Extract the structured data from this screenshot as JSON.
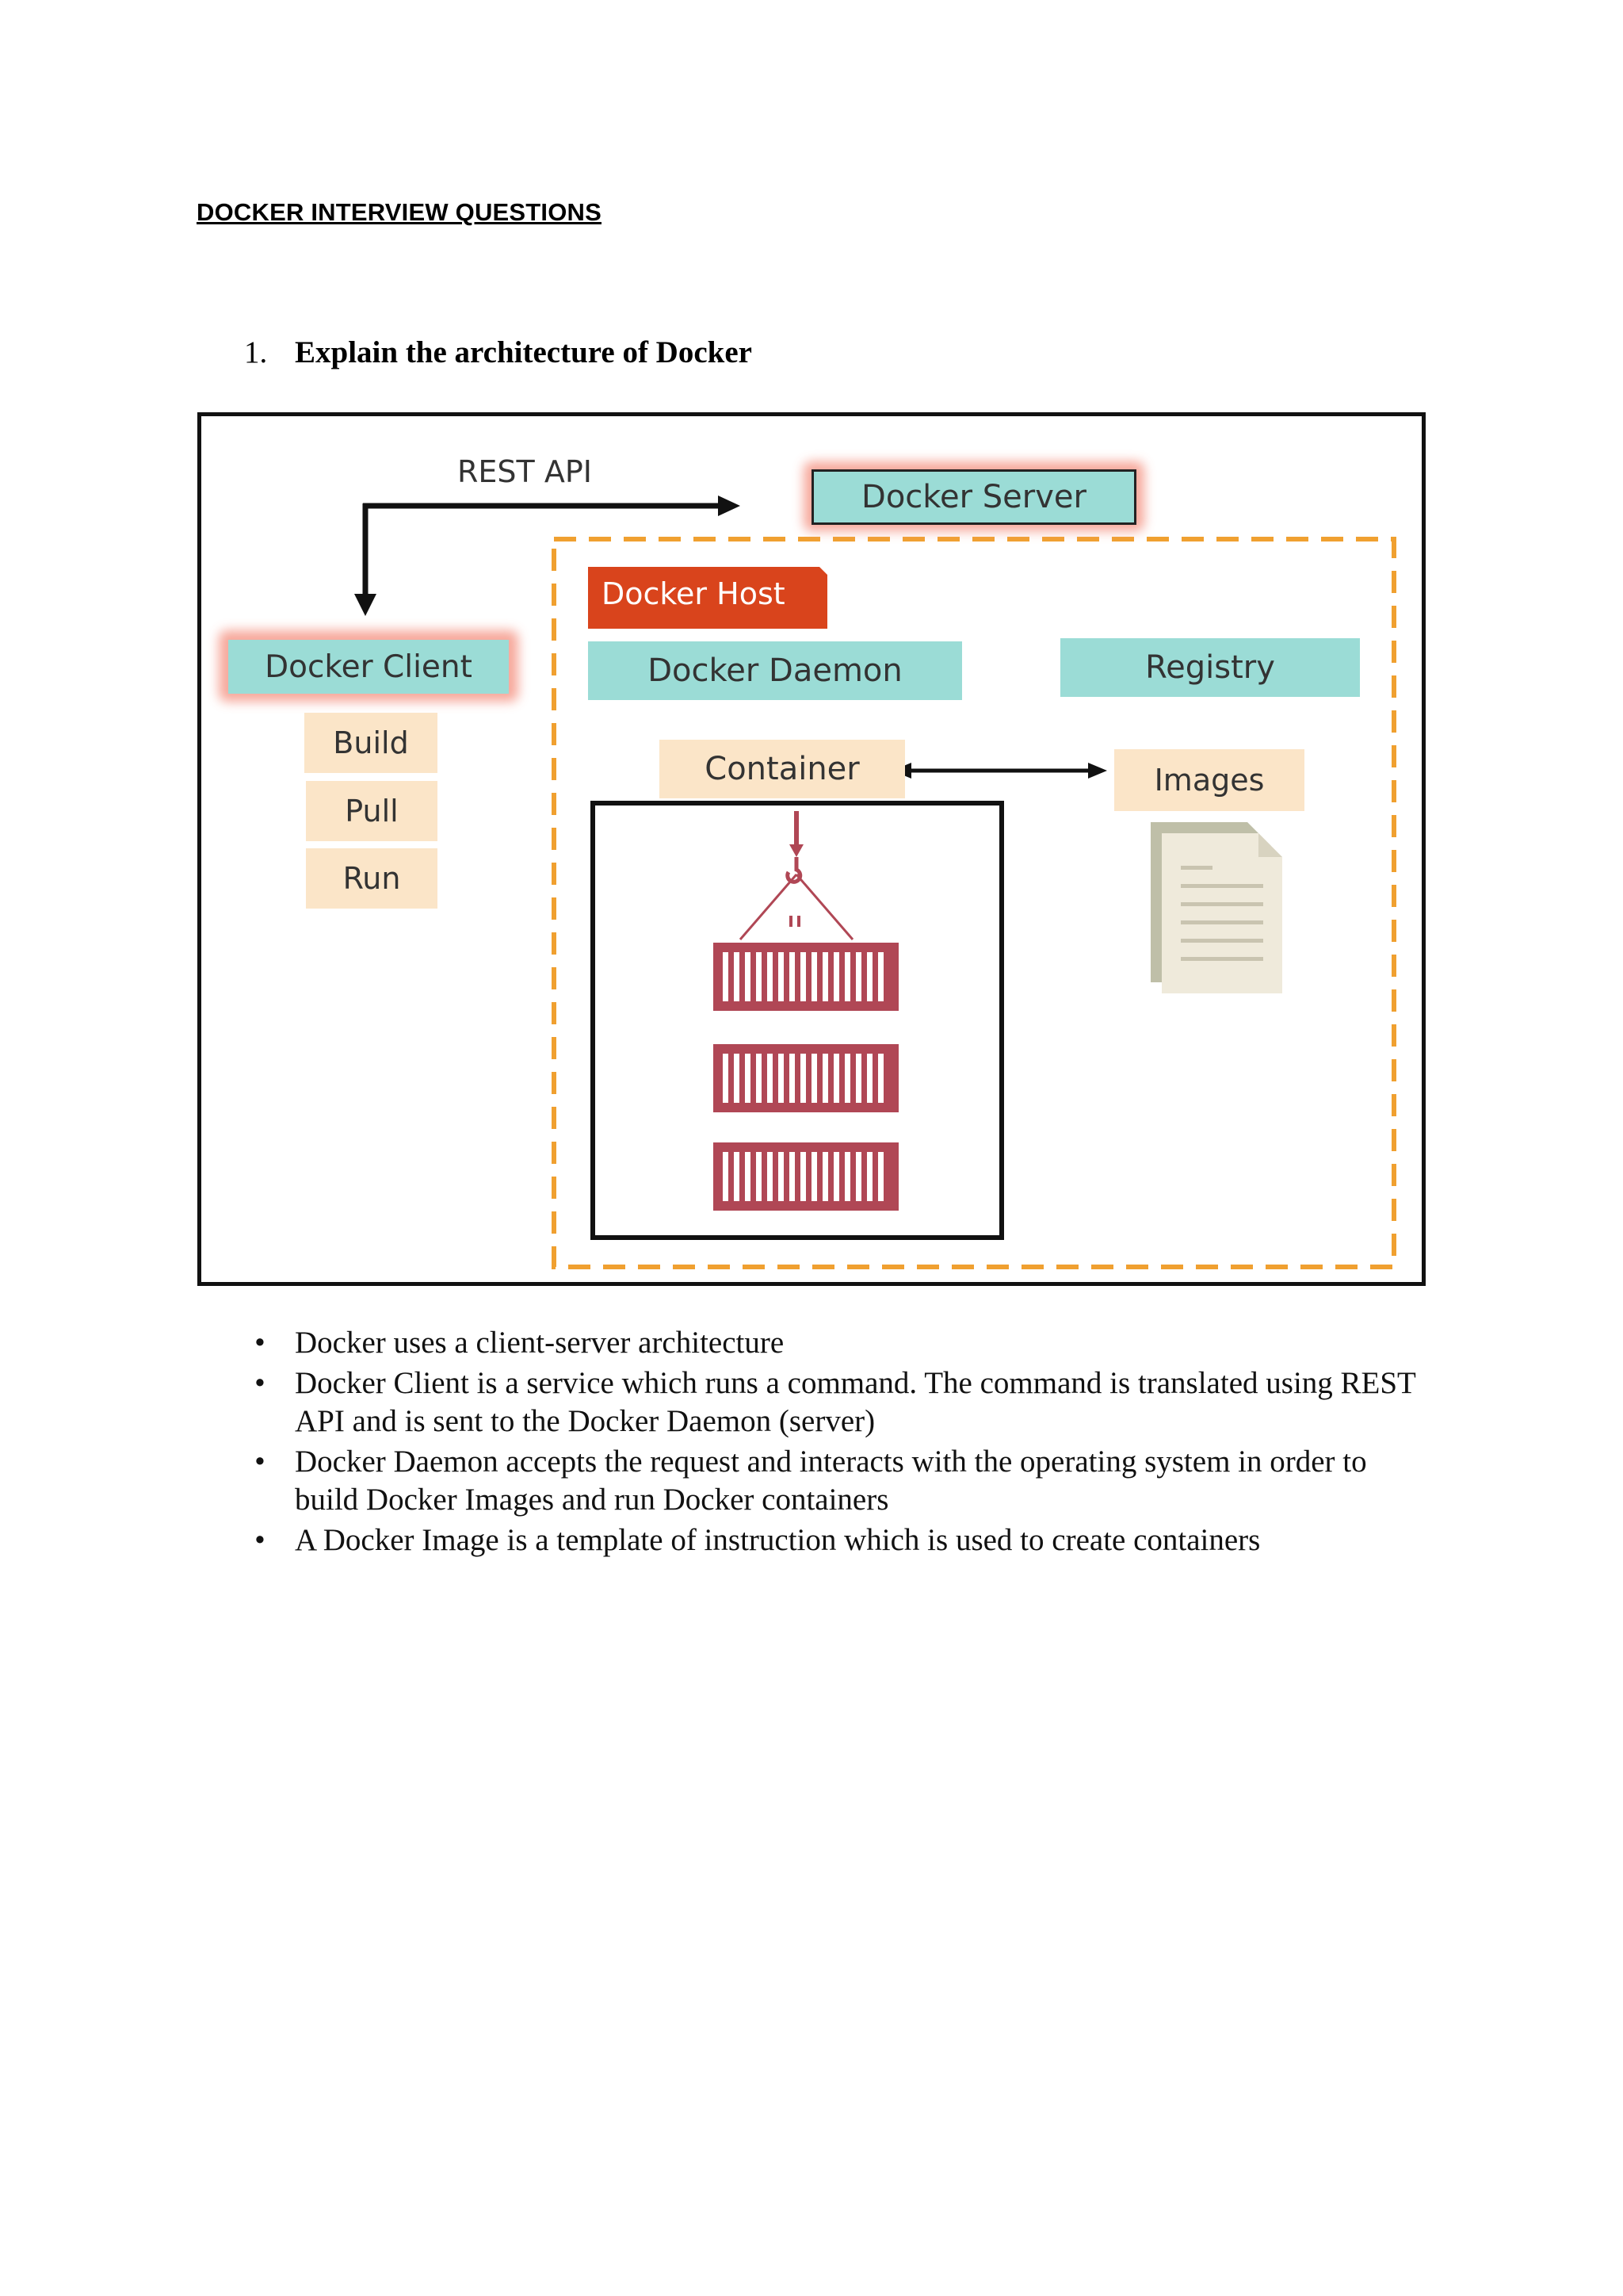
{
  "document": {
    "title": "DOCKER INTERVIEW QUESTIONS",
    "question": {
      "number": "1.",
      "text": "Explain the architecture of Docker"
    },
    "bullets": [
      "Docker uses a client-server architecture",
      "Docker Client is a service which runs a command. The command is translated using REST API and is sent to the Docker Daemon (server)",
      "Docker Daemon accepts the request and interacts with the operating system in order to build Docker Images and run Docker containers",
      "A Docker Image is a template of instruction which is used to create containers"
    ],
    "bullet_glyph": "•"
  },
  "diagram": {
    "rest_api": "REST API",
    "docker_server": "Docker Server",
    "docker_host": "Docker Host",
    "docker_client": "Docker Client",
    "docker_daemon": "Docker Daemon",
    "registry": "Registry",
    "container": "Container",
    "images": "Images",
    "commands": [
      "Build",
      "Pull",
      "Run"
    ],
    "colors": {
      "teal_box": "#9bdcd6",
      "peach_box": "#fbe5c8",
      "host_tag": "#d9441c",
      "dashed_border": "#f0a030",
      "glow": "#f59a8a",
      "container_red": "#b04755"
    }
  }
}
